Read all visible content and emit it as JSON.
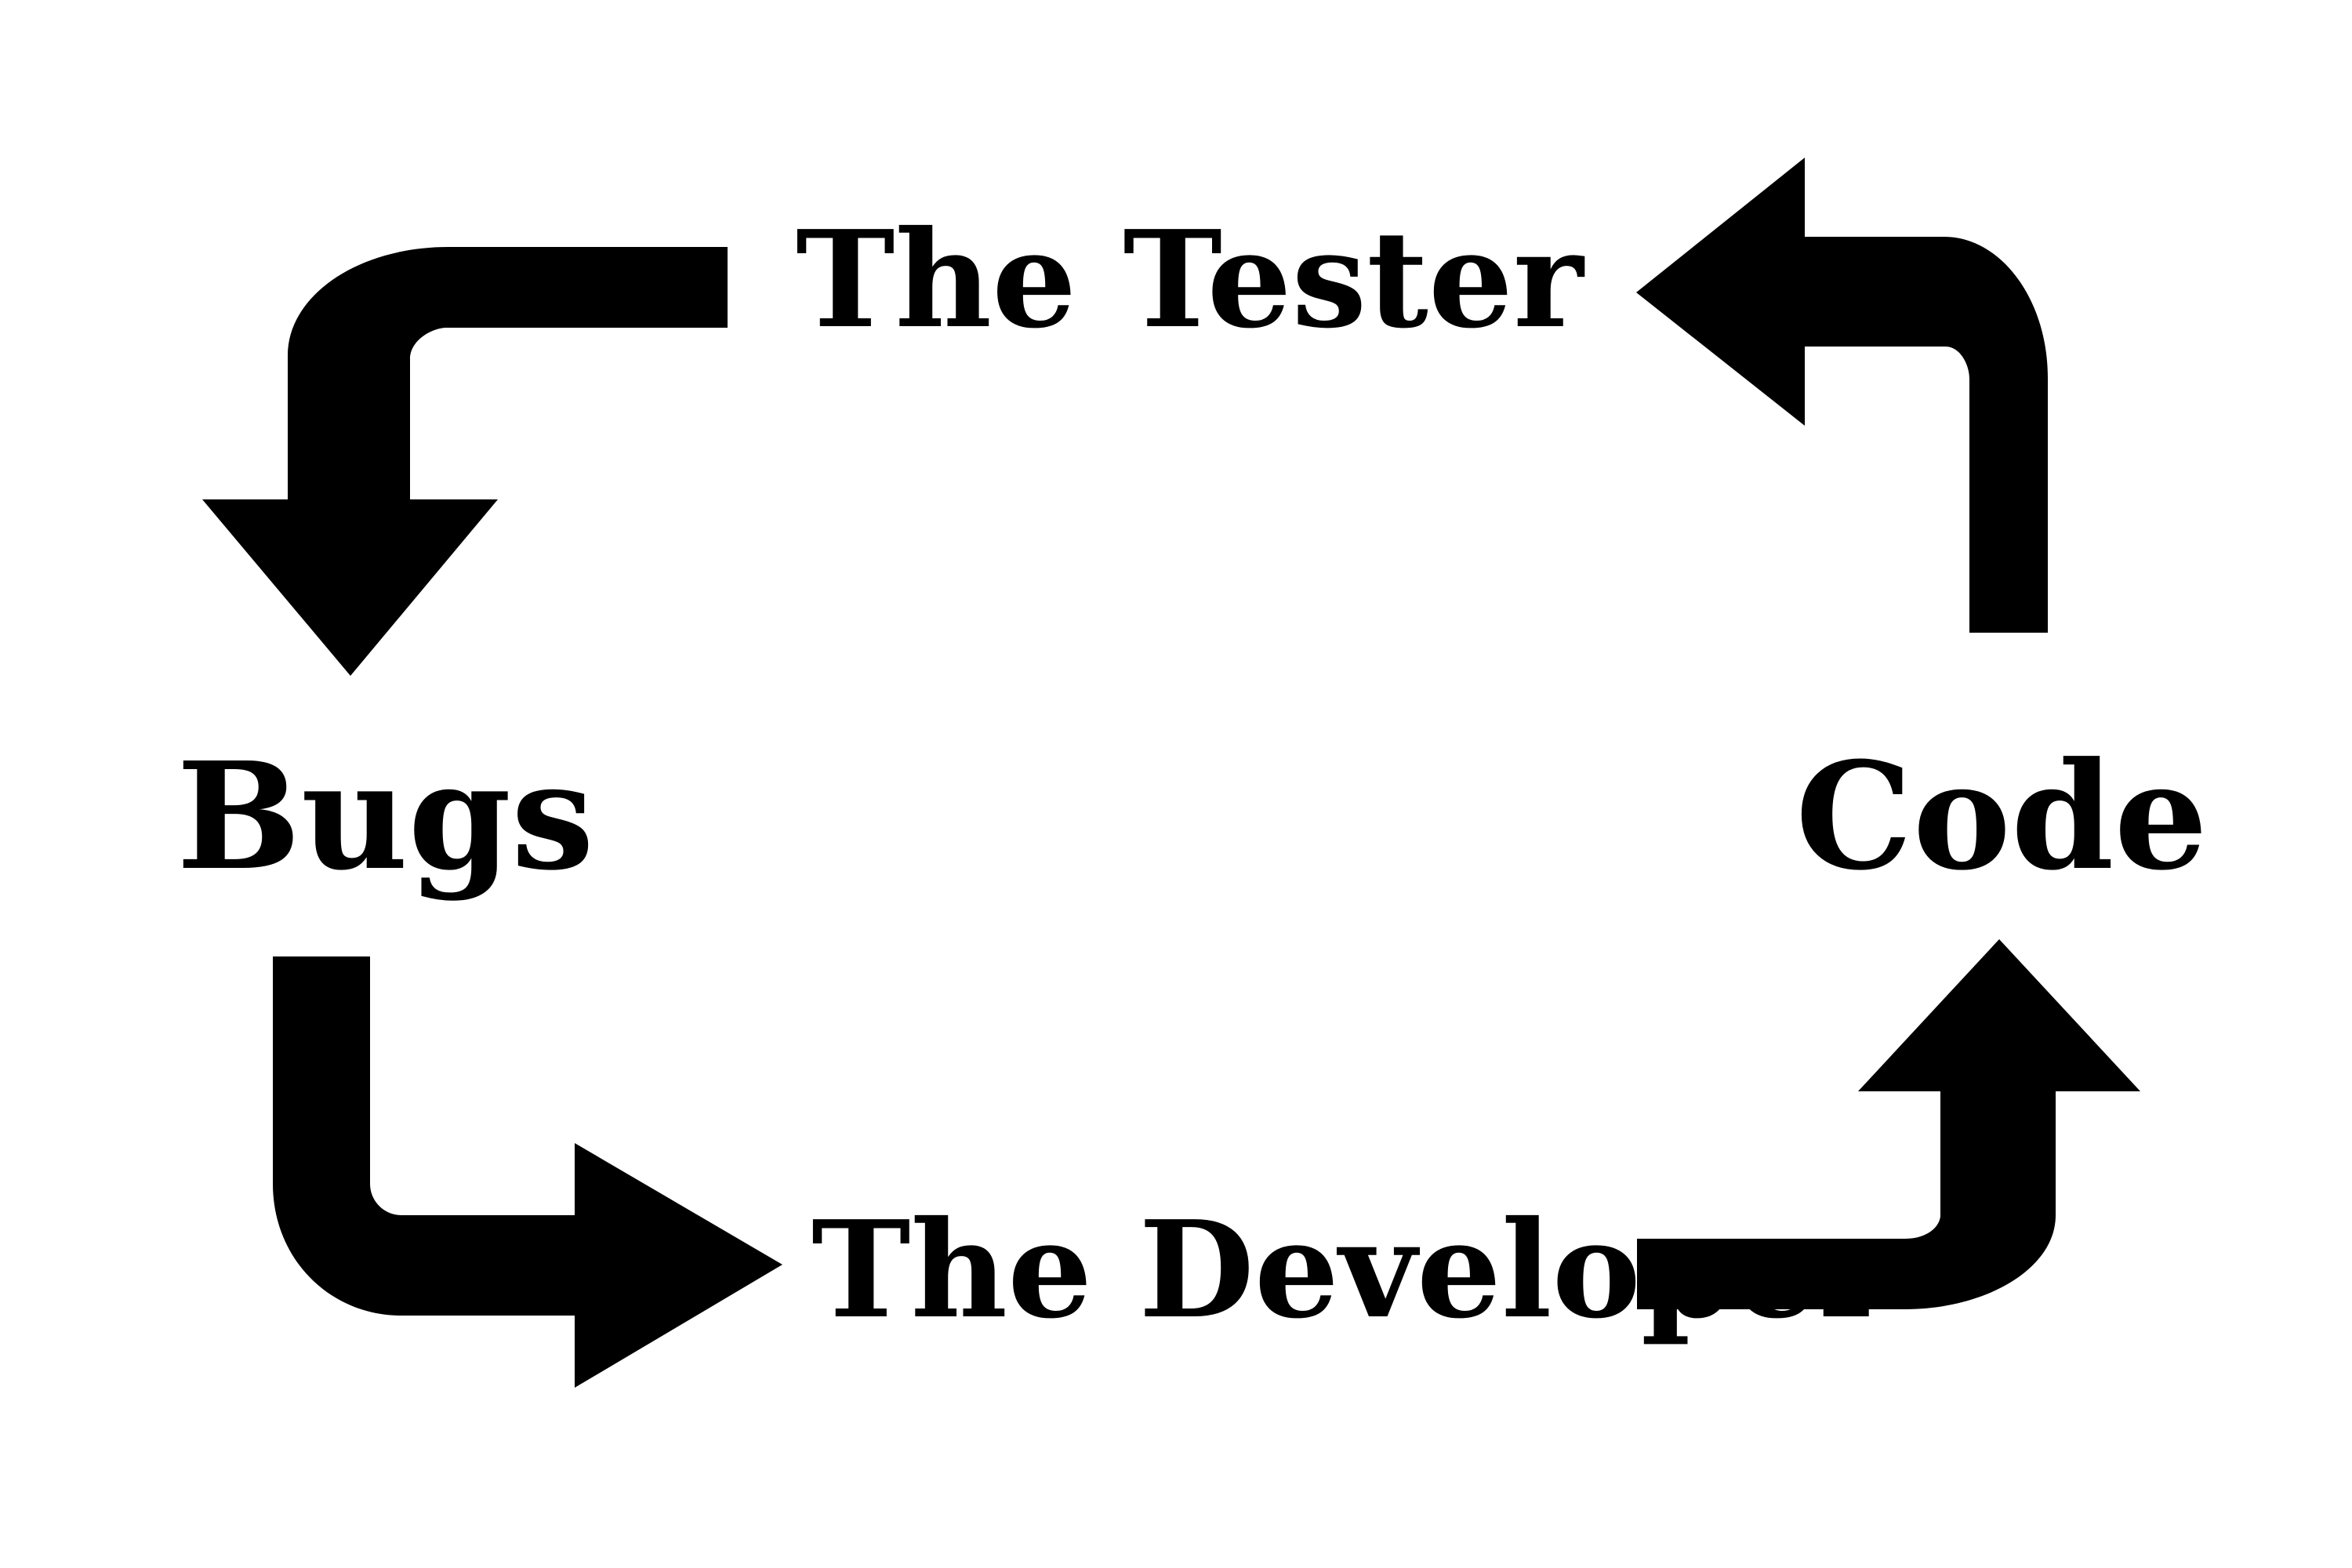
{
  "diagram": {
    "nodes": {
      "bugs": "Bugs",
      "code": "Code"
    },
    "actors": {
      "tester": "The Tester",
      "developer": "The Developer"
    },
    "edges": [
      {
        "from": "code",
        "to": "bugs",
        "via": "tester"
      },
      {
        "from": "bugs",
        "to": "code",
        "via": "developer"
      }
    ],
    "colors": {
      "arrow": "#000000",
      "text": "#000000",
      "background": "#ffffff"
    }
  }
}
